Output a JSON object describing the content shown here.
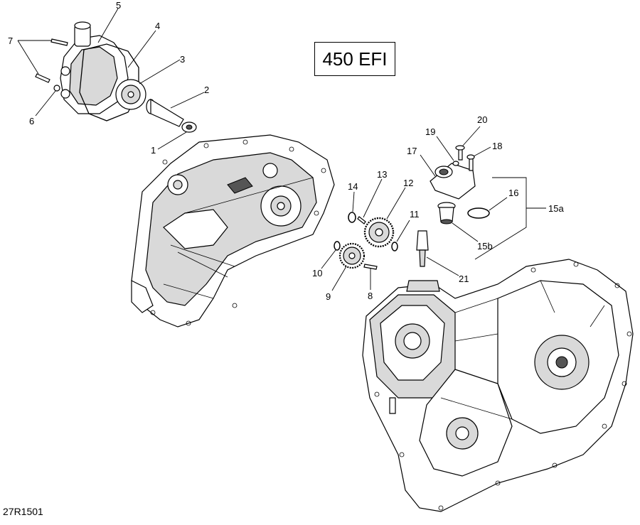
{
  "title": "450 EFI",
  "ref_code": "27R1501",
  "callouts": [
    "1",
    "2",
    "3",
    "4",
    "5",
    "6",
    "7",
    "8",
    "9",
    "10",
    "11",
    "12",
    "13",
    "14",
    "15a",
    "15b",
    "16",
    "17",
    "18",
    "19",
    "20",
    "21"
  ]
}
